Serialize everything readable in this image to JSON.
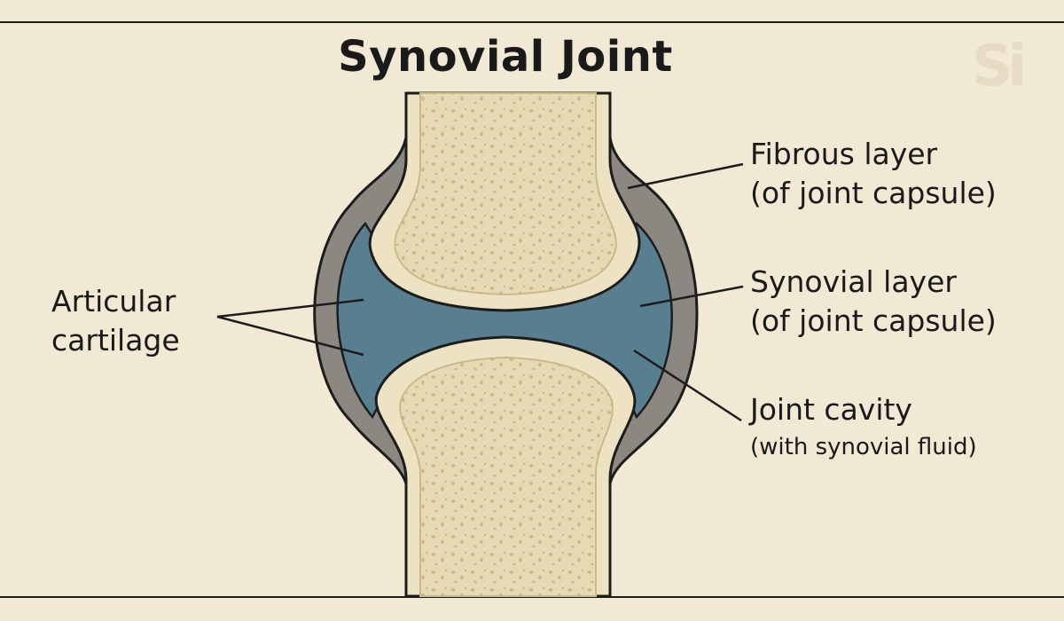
{
  "title": "Synovial Joint",
  "logo_text": "Si",
  "labels": {
    "fibrous": {
      "line1": "Fibrous layer",
      "line2": "(of joint capsule)"
    },
    "synovial": {
      "line1": "Synovial layer",
      "line2": "(of joint capsule)"
    },
    "cavity": {
      "line1": "Joint cavity",
      "line2": "(with synovial fluid)"
    },
    "cartilage": {
      "line1": "Articular",
      "line2": "cartilage"
    }
  },
  "colors": {
    "background": "#f1e9d4",
    "bone": "#ede2c2",
    "bone_interior": "#e7d9b3",
    "capsule": "#8a8880",
    "fluid": "#587f90",
    "outline": "#1c1c1c"
  }
}
